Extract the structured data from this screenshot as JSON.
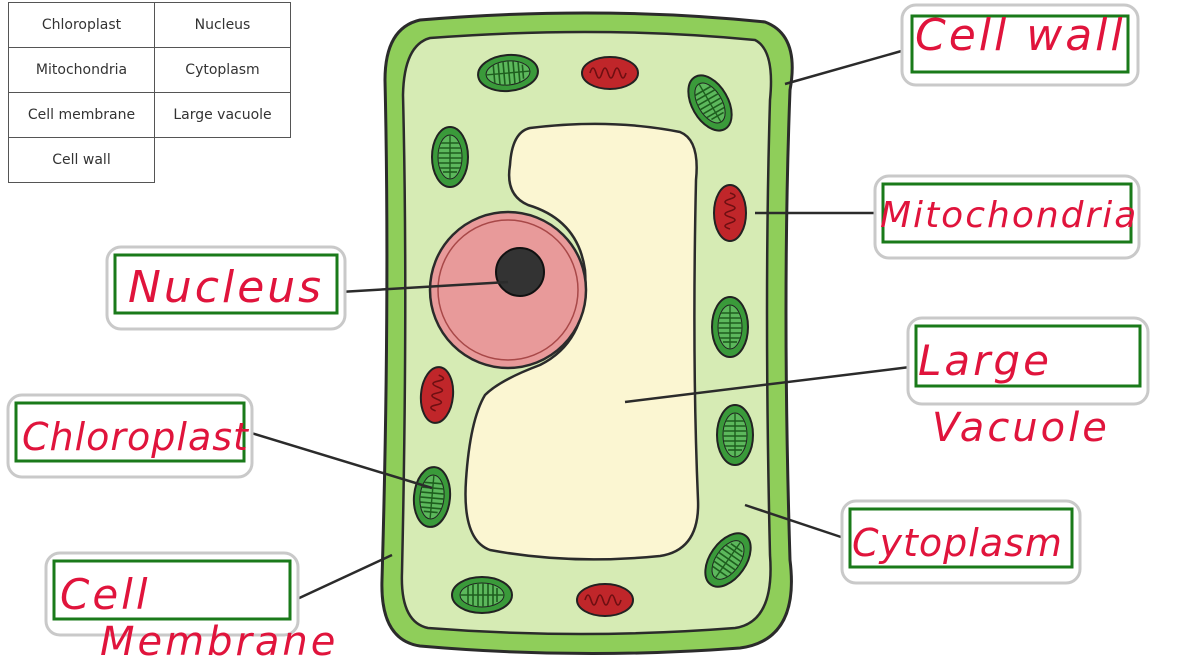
{
  "word_bank": {
    "rows": [
      [
        "Chloroplast",
        "Nucleus"
      ],
      [
        "Mitochondria",
        "Cytoplasm"
      ],
      [
        "Cell membrane",
        "Large vacuole"
      ],
      [
        "Cell wall",
        ""
      ]
    ]
  },
  "answers": {
    "cell_wall": "Cell wall",
    "mitochondria": "Mitochondria",
    "nucleus": "Nucleus",
    "large_vacuole_1": "Large",
    "large_vacuole_2": "Vacuole",
    "chloroplast": "Chloroplast",
    "cytoplasm": "Cytoplasm",
    "cell_membrane_1": "Cell",
    "cell_membrane_2": "Membrane"
  },
  "colors": {
    "handwriting": "#e0143c",
    "label_box_border": "#1a7a1a",
    "cell_wall": "#8fce5a",
    "cytoplasm": "#d6ebb4",
    "vacuole": "#fbf6d2",
    "nucleus": "#e89a9a",
    "chloroplast": "#3a9a3a",
    "mitochondria": "#c0262a"
  }
}
